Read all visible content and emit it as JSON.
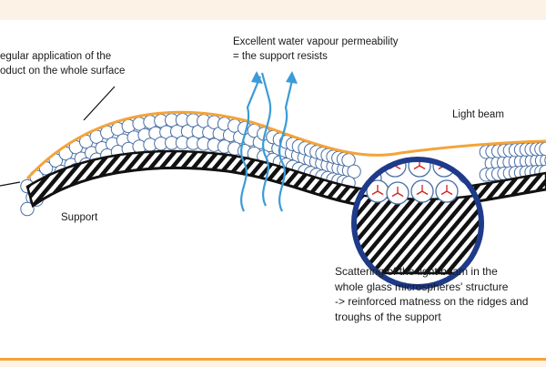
{
  "labels": {
    "application": "egular application of the\noduct on the whole surface",
    "vapour": "Excellent water vapour permeability\n= the support resists",
    "light_beam": "Light beam",
    "support": "Support",
    "scattering": "Scattering of the light beam in the\nwhole glass microspheres' structure\n-> reinforced matness on the ridges and\ntroughs of the support"
  },
  "colors": {
    "accent_orange": "#f4a43a",
    "band": "#fdf2e6",
    "navy": "#1e3a8a",
    "sphere_stroke": "#4a6fa5",
    "arrow_blue": "#3b9bd8",
    "scatter_red": "#d42020",
    "hatch": "#111111"
  }
}
